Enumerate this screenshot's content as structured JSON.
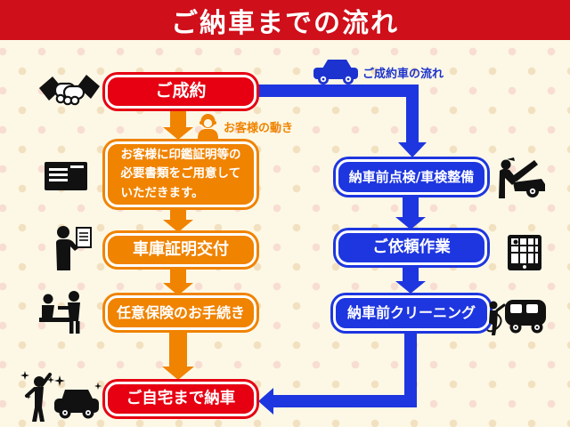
{
  "header": {
    "title": "ご納車までの流れ",
    "bg_color": "#cf0f1a",
    "text_color": "#ffffff"
  },
  "colors": {
    "red_box": "#e60012",
    "orange_box": "#f08300",
    "blue_box": "#1e36df",
    "background": "#fdf8e6",
    "dot_tan": "#f2e1c0",
    "dot_pink": "#f8ddd3",
    "arrow_orange": "#f08300",
    "arrow_blue": "#1e36df"
  },
  "labels": {
    "customer_flow": "お客様の動き",
    "car_flow": "ご成約車の流れ"
  },
  "customer_steps": [
    {
      "id": "contract",
      "label": "ご成約",
      "variant": "red"
    },
    {
      "id": "documents",
      "variant": "orange",
      "lines": [
        "お客様に印鑑証明等の",
        "必要書類をご用意して",
        "いただきます。"
      ]
    },
    {
      "id": "garage",
      "label": "車庫証明交付",
      "variant": "orange"
    },
    {
      "id": "insurance",
      "label": "任意保険のお手続き",
      "variant": "orange"
    },
    {
      "id": "delivery",
      "label": "ご自宅まで納車",
      "variant": "red"
    }
  ],
  "car_steps": [
    {
      "id": "inspection",
      "label": "納車前点検/車検整備"
    },
    {
      "id": "work",
      "label": "ご依頼作業"
    },
    {
      "id": "cleaning",
      "label": "納車前クリーニング"
    }
  ],
  "icons": {
    "handshake": "handshake-icon",
    "documents": "documents-icon",
    "person_clipboard": "person-clipboard-icon",
    "insurance_desk": "insurance-desk-icon",
    "delivery_celebrate": "delivery-celebrate-icon",
    "blue_car": "car-icon",
    "headset_operator": "operator-icon",
    "mechanic": "mechanic-icon",
    "tablet_schedule": "schedule-tablet-icon",
    "car_wash": "car-wash-icon"
  }
}
